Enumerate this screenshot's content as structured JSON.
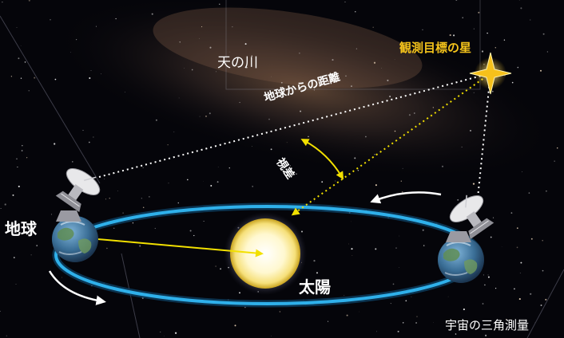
{
  "labels": {
    "milky_way": "天の川",
    "target_star": "観測目標の星",
    "earth": "地球",
    "sun": "太陽",
    "distance_from_earth": "地球からの距離",
    "parallax": "視差",
    "title": "宇宙の三角測量"
  },
  "colors": {
    "orbit": "#2fb0ea",
    "star": "#f6c11b",
    "dotted_line": "#ffffff",
    "parallax_line": "#f2e000",
    "sun_core": "#ffffff",
    "sun_glow": "#f6e07a"
  },
  "icons": [
    "satellite-dish-icon",
    "earth-globe-icon",
    "four-point-star-icon"
  ]
}
